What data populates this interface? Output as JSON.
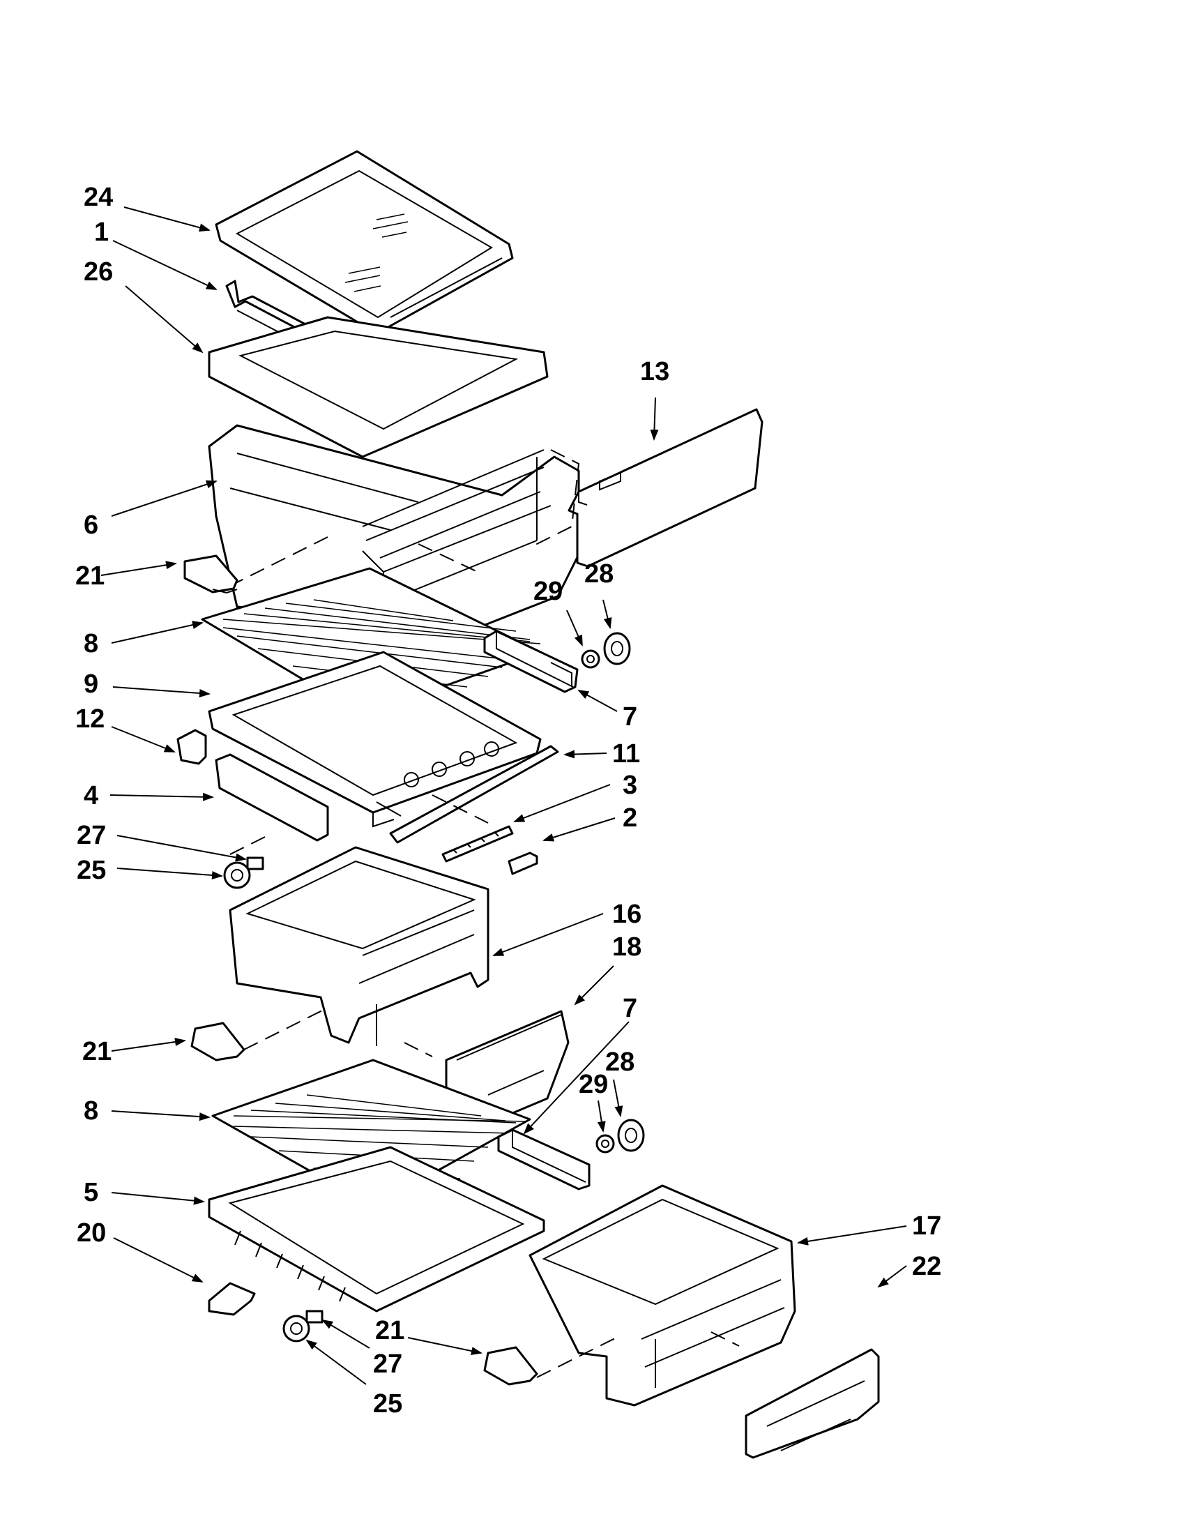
{
  "diagram": {
    "callouts": [
      {
        "id": "c24a",
        "label": "24"
      },
      {
        "id": "c1",
        "label": "1"
      },
      {
        "id": "c26",
        "label": "26"
      },
      {
        "id": "c13",
        "label": "13"
      },
      {
        "id": "c6",
        "label": "6"
      },
      {
        "id": "c21a",
        "label": "21"
      },
      {
        "id": "c29a",
        "label": "29"
      },
      {
        "id": "c28a",
        "label": "28"
      },
      {
        "id": "c8a",
        "label": "8"
      },
      {
        "id": "c9",
        "label": "9"
      },
      {
        "id": "c7a",
        "label": "7"
      },
      {
        "id": "c12",
        "label": "12"
      },
      {
        "id": "c11",
        "label": "11"
      },
      {
        "id": "c4",
        "label": "4"
      },
      {
        "id": "c3",
        "label": "3"
      },
      {
        "id": "c2",
        "label": "2"
      },
      {
        "id": "c27a",
        "label": "27"
      },
      {
        "id": "c25a",
        "label": "25"
      },
      {
        "id": "c16",
        "label": "16"
      },
      {
        "id": "c18",
        "label": "18"
      },
      {
        "id": "c7b",
        "label": "7"
      },
      {
        "id": "c21b",
        "label": "21"
      },
      {
        "id": "c28b",
        "label": "28"
      },
      {
        "id": "c29b",
        "label": "29"
      },
      {
        "id": "c8b",
        "label": "8"
      },
      {
        "id": "c5",
        "label": "5"
      },
      {
        "id": "c20",
        "label": "20"
      },
      {
        "id": "c17",
        "label": "17"
      },
      {
        "id": "c22",
        "label": "22"
      },
      {
        "id": "c21c",
        "label": "21"
      },
      {
        "id": "c27b",
        "label": "27"
      },
      {
        "id": "c25b",
        "label": "25"
      }
    ]
  }
}
